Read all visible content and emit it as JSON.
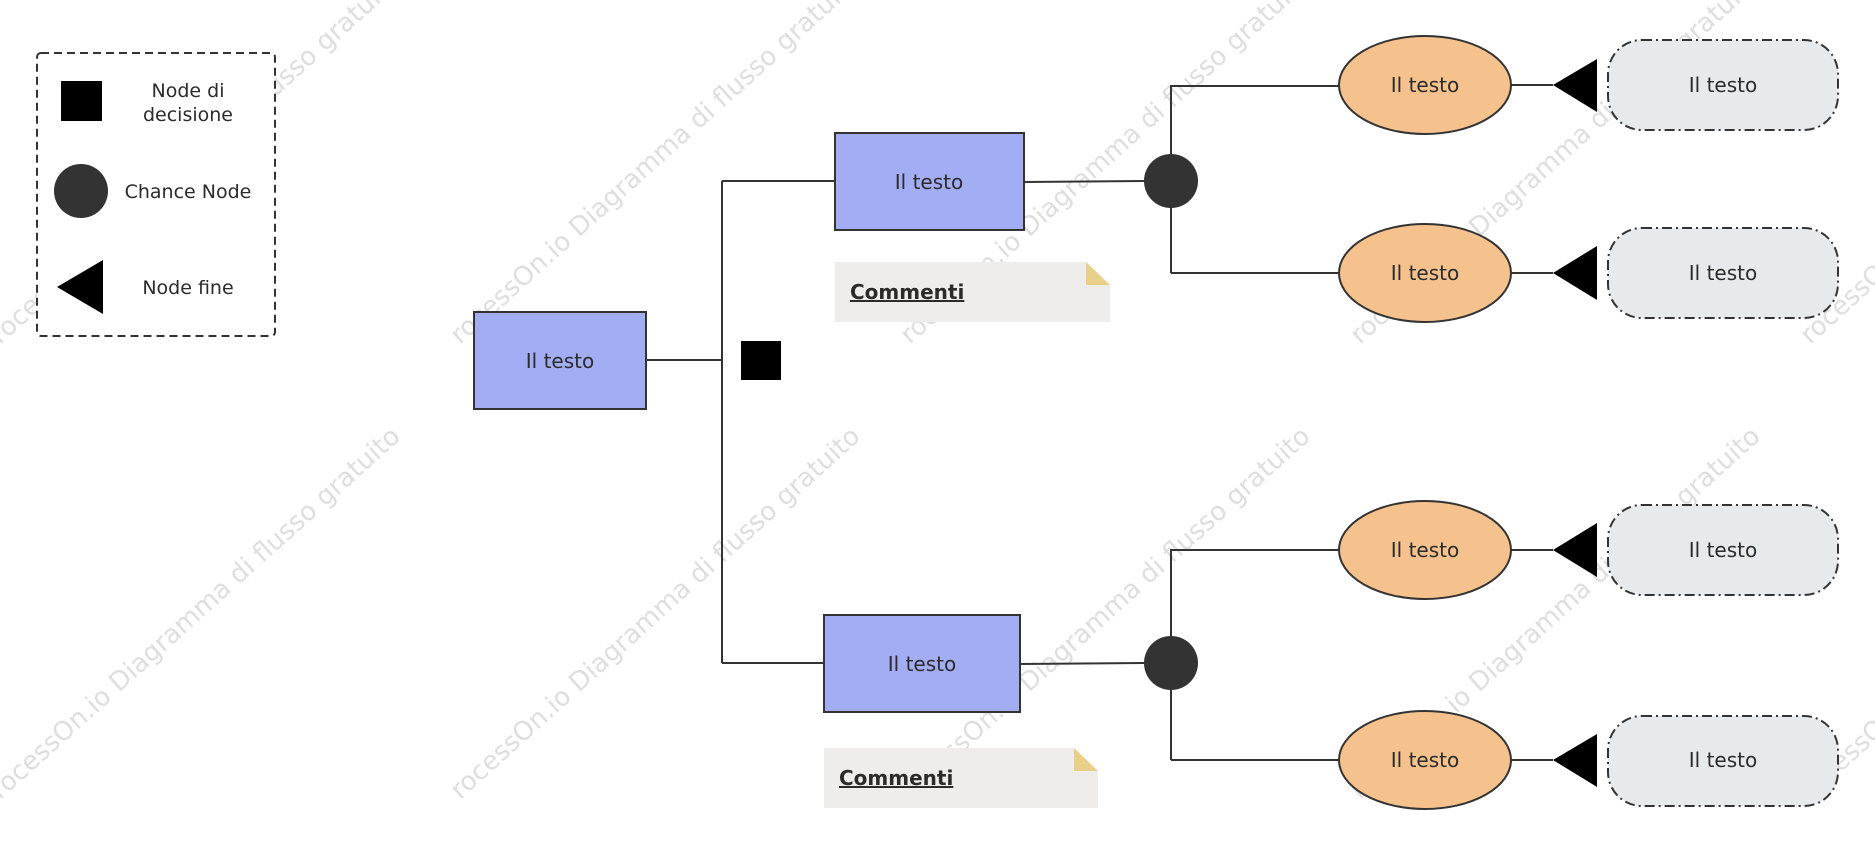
{
  "watermark": {
    "text": "rocessOn.io Diagramma di flusso gratuito"
  },
  "legend": {
    "decision": "Node di",
    "decision_line2": "decisione",
    "chance": "Chance Node",
    "end": "Node fine"
  },
  "root": {
    "label": "Il testo"
  },
  "branches": [
    {
      "label": "Il testo",
      "comment": "Commenti",
      "outcomes": [
        {
          "label": "Il testo",
          "end_label": "Il testo"
        },
        {
          "label": "Il testo",
          "end_label": "Il testo"
        }
      ]
    },
    {
      "label": "Il testo",
      "comment": "Commenti",
      "outcomes": [
        {
          "label": "Il testo",
          "end_label": "Il testo"
        },
        {
          "label": "Il testo",
          "end_label": "Il testo"
        }
      ]
    }
  ],
  "colors": {
    "decision_box": "#a3adf3",
    "outcome_ellipse": "#f5c18c",
    "end_box": "#e7eaec",
    "comment_bg": "#efedec",
    "comment_fold": "#e8d088",
    "node_dark": "#333333",
    "marker": "#000000"
  }
}
